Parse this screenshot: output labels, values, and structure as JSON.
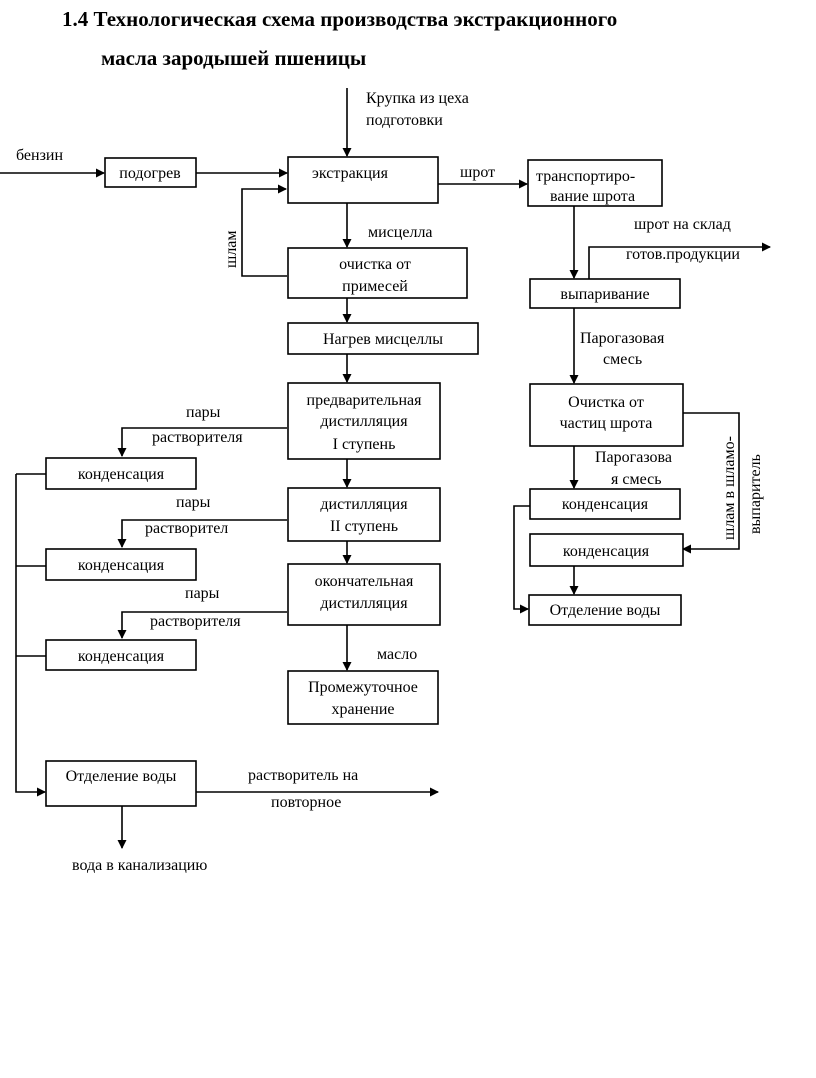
{
  "title": {
    "line1": "1.4 Технологическая схема производства экстракционного",
    "line2": "масла зародышей пшеницы"
  },
  "nodes": {
    "podogrev": "подогрев",
    "ekstraktsiya": "экстракция",
    "transport": [
      "транспортиро-",
      "вание шрота"
    ],
    "ochistka_primesey": [
      "очистка от",
      "примесей"
    ],
    "vyparivanie": "выпаривание",
    "nagrev_mistselly": "Нагрев мисцеллы",
    "predvar_distillyatsiya": [
      "предварительная",
      "дистилляция",
      "I ступень"
    ],
    "ochistka_chastits": [
      "Очистка от",
      "частиц шрота"
    ],
    "kondensatsiya_1": "конденсация",
    "distillyatsiya_2": [
      "дистилляция",
      "II ступень"
    ],
    "kondensatsiya_r1": "конденсация",
    "kondensatsiya_r2": "конденсация",
    "kondensatsiya_2": "конденсация",
    "okonch_distillyatsiya": [
      "окончательная",
      "дистилляция"
    ],
    "otdelenie_vody_right": "Отделение воды",
    "kondensatsiya_3": "конденсация",
    "promezhutochnoe_hranenie": [
      "Промежуточное",
      "хранение"
    ],
    "otdelenie_vody_left": "Отделение воды"
  },
  "labels": {
    "krupka": [
      "Крупка из цеха",
      "подготовки"
    ],
    "benzin": "бензин",
    "shrot": "шрот",
    "shlam": "шлам",
    "mistsella": "мисцелла",
    "shrot_na_sklad": [
      "шрот на склад",
      "готов.продукции"
    ],
    "parogazovaya_1": [
      "Парогазовая",
      "смесь"
    ],
    "pary_1": [
      "пары",
      "растворителя"
    ],
    "parogazovaya_2": [
      "Парогазова",
      "я смесь"
    ],
    "shlam_vyparitel": [
      "шлам в шламо-",
      "выпаритель"
    ],
    "pary_2": [
      "пары",
      "растворител"
    ],
    "pary_3": [
      "пары",
      "растворителя"
    ],
    "maslo": "масло",
    "rastvoritel": [
      "растворитель на",
      "повторное"
    ],
    "voda": "вода в канализацию"
  }
}
